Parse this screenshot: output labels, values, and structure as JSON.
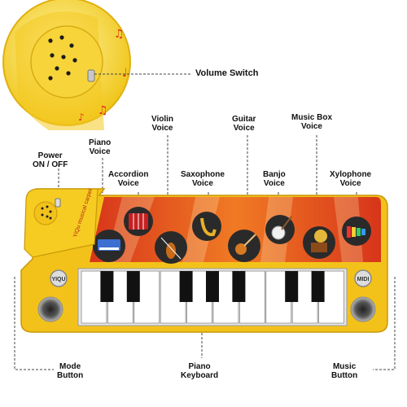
{
  "callouts": {
    "volume_switch": [
      "Volume Switch"
    ],
    "violin_voice": [
      "Violin",
      "Voice"
    ],
    "guitar_voice": [
      "Guitar",
      "Voice"
    ],
    "music_box_voice": [
      "Music Box",
      "Voice"
    ],
    "piano_voice": [
      "Piano",
      "Voice"
    ],
    "power": [
      "Power",
      "ON / OFF"
    ],
    "accordion_voice": [
      "Accordion",
      "Voice"
    ],
    "saxophone_voice": [
      "Saxophone",
      "Voice"
    ],
    "banjo_voice": [
      "Banjo",
      "Voice"
    ],
    "xylophone_voice": [
      "Xylophone",
      "Voice"
    ],
    "mode_button": [
      "Mode",
      "Button"
    ],
    "piano_keyboard": [
      "Piano",
      "Keyboard"
    ],
    "music_button": [
      "Music",
      "Button"
    ]
  },
  "device": {
    "brand_text": "YiQu musical carpet",
    "mode_button_text": "YIQU",
    "music_button_text": "MIDI"
  },
  "colors": {
    "mat_orange": "#e8641e",
    "mat_red": "#d23a1a",
    "frame_yellow": "#f3c21a",
    "frame_border": "#c89808",
    "key_white": "#ffffff",
    "key_black": "#111111",
    "speaker_gray": "#5a5a5a",
    "callout_line": "#444444"
  },
  "icons": [
    "piano-icon",
    "accordion-icon",
    "violin-icon",
    "saxophone-icon",
    "guitar-icon",
    "banjo-icon",
    "music-box-icon",
    "xylophone-icon",
    "speaker-icon",
    "music-note-icon"
  ]
}
